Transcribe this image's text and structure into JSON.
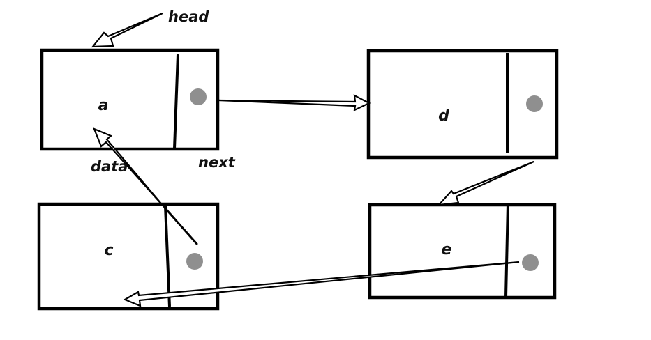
{
  "diagram": {
    "labels": {
      "head": "head",
      "data": "data",
      "next": "next"
    },
    "nodes": [
      {
        "id": "a",
        "label": "a"
      },
      {
        "id": "d",
        "label": "d"
      },
      {
        "id": "e",
        "label": "e"
      },
      {
        "id": "c",
        "label": "c"
      }
    ],
    "links": [
      {
        "from": "head",
        "to": "a"
      },
      {
        "from": "a",
        "to": "d"
      },
      {
        "from": "d",
        "to": "e"
      },
      {
        "from": "e",
        "to": "c"
      },
      {
        "from": "c",
        "to": "a"
      }
    ],
    "colors": {
      "stroke": "#000000",
      "pointer_dot": "#8f8f8f",
      "background": "#ffffff"
    }
  }
}
